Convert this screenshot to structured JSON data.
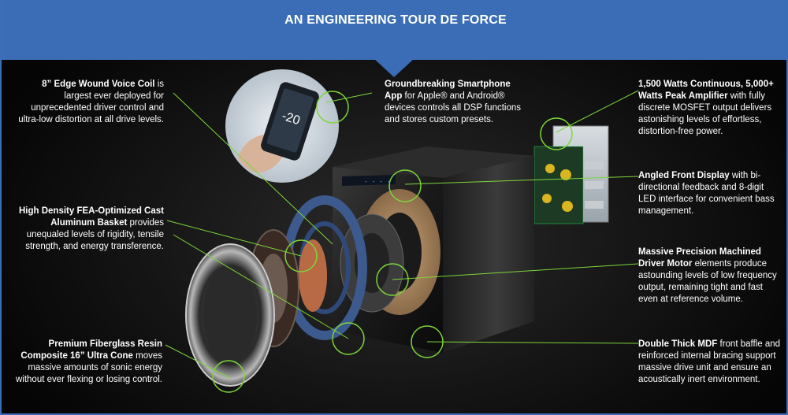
{
  "banner": {
    "title": "AN ENGINEERING TOUR DE FORCE"
  },
  "phone": {
    "display_value": "-20"
  },
  "callouts": {
    "voice_coil": {
      "bold": "8” Edge Wound Voice Coil",
      "rest": " is largest ever deployed for unprecedented driver control and ultra-low distortion at all drive levels."
    },
    "app": {
      "bold": "Groundbreaking Smartphone App",
      "rest": " for Apple® and Android® devices controls all DSP functions and stores custom presets."
    },
    "amplifier": {
      "bold": "1,500 Watts Continuous, 5,000+ Watts Peak Amplifier",
      "rest": " with fully discrete MOSFET output delivers astonishing levels of effortless, distortion-free power."
    },
    "basket": {
      "bold": "High Density FEA-Optimized Cast Aluminum Basket",
      "rest": " provides unequaled levels of rigidity, tensile strength, and energy transference."
    },
    "display": {
      "bold": "Angled Front Display",
      "rest": " with bi-directional feedback and 8-digit LED interface for convenient bass management."
    },
    "motor": {
      "bold": "Massive Precision Machined Driver Motor",
      "rest": " elements produce astounding levels of low frequency output, remaining tight and fast even at reference volume."
    },
    "cone": {
      "bold": "Premium Fiberglass Resin Composite 16” Ultra Cone",
      "rest": " moves massive amounts of sonic energy without ever flexing or losing control."
    },
    "mdf": {
      "bold": "Double Thick MDF",
      "rest": " front baffle and reinforced internal bracing support massive drive unit and ensure an acoustically inert environment."
    }
  },
  "colors": {
    "banner": "#3a6db5",
    "accent_line": "#7dd63a",
    "text": "#ffffff"
  }
}
